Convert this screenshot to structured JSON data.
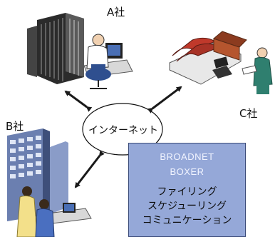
{
  "companies": {
    "a": "A社",
    "b": "B社",
    "c": "C社"
  },
  "network": {
    "label": "インターネット"
  },
  "product": {
    "brand_line1": "BROADNET",
    "brand_line2": "BOXER",
    "features": [
      "ファイリング",
      "スケジューリング",
      "コミュニケーション"
    ]
  },
  "colors": {
    "box_fill": "#95a8d8",
    "box_border": "#3a4a78",
    "arrow": "#1a1a1a"
  }
}
